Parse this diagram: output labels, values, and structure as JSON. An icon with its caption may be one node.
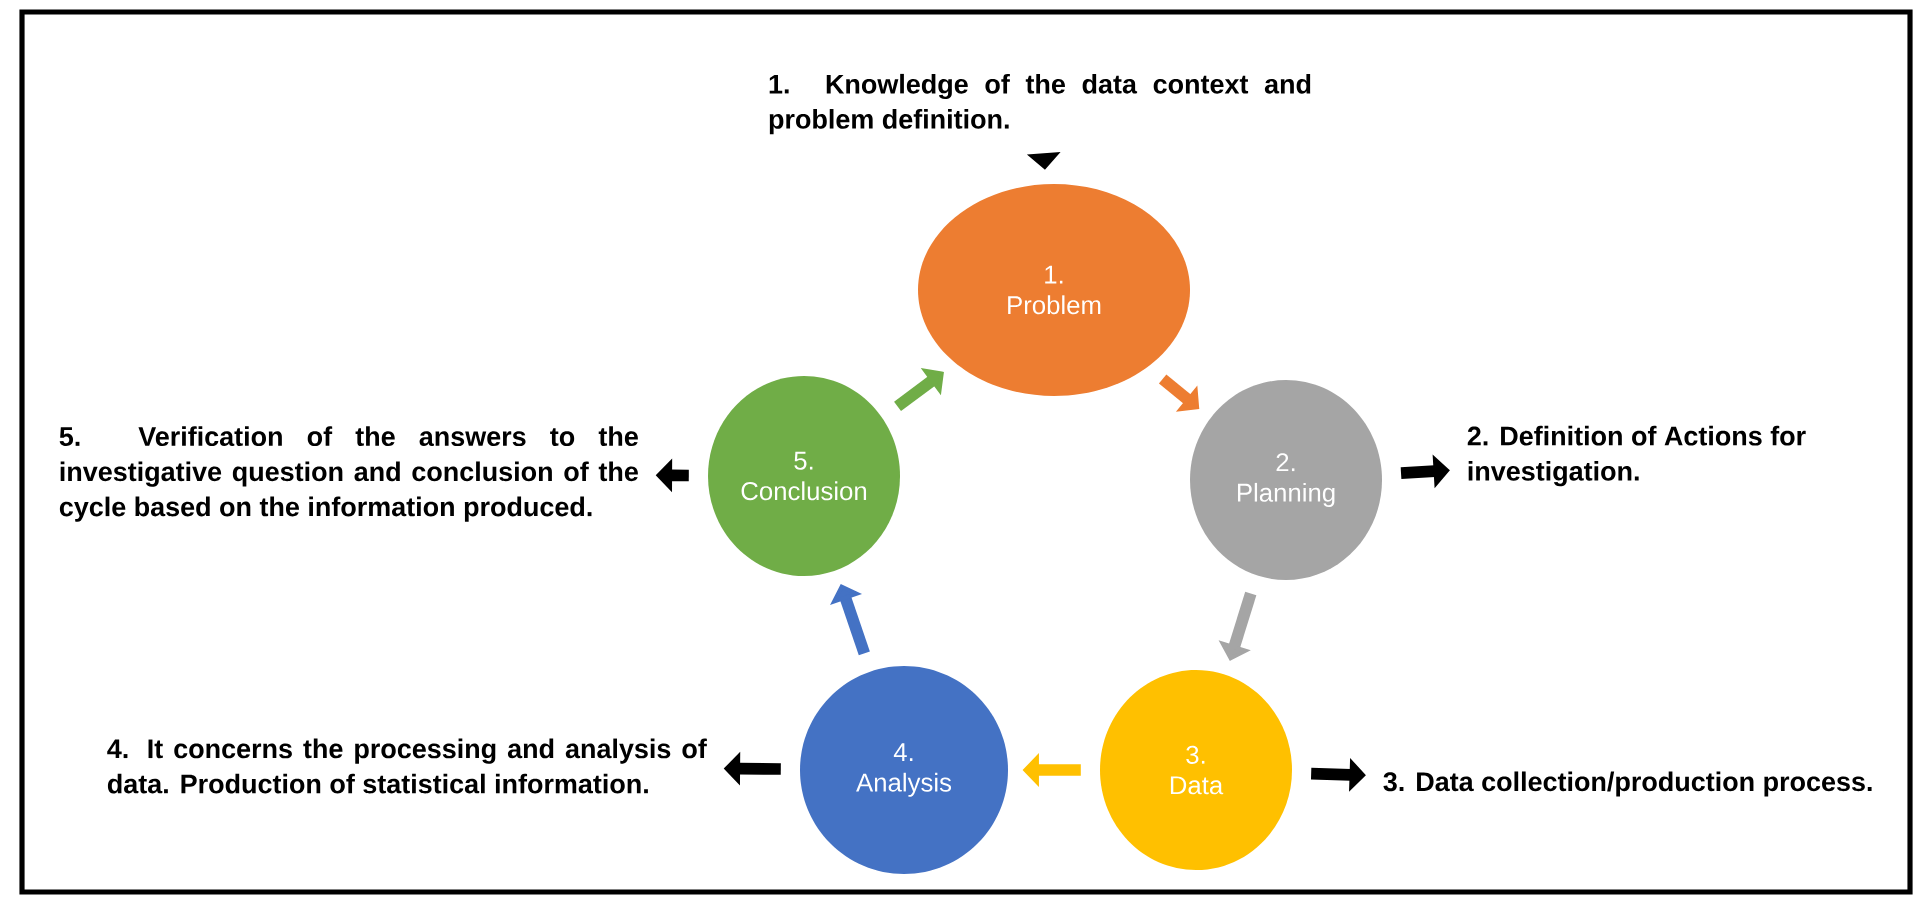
{
  "diagram": {
    "nodes": [
      {
        "text": [
          "1.",
          "Problem"
        ]
      },
      {
        "text": [
          "2.",
          "Planning"
        ]
      },
      {
        "text": [
          "3.",
          "Data"
        ]
      },
      {
        "text": [
          "4.",
          "Analysis"
        ]
      },
      {
        "text": [
          "5.",
          "Conclusion"
        ]
      },
      {
        "text": [
          "1. Knowledge of the data context and problem definition."
        ]
      },
      {
        "text": [
          "2. Definition of Actions for investigation."
        ]
      },
      {
        "text": [
          "3. Data collection/production process."
        ]
      },
      {
        "text": [
          "4. It concerns the processing and analysis of data. Production of statistical information."
        ]
      },
      {
        "text": [
          "5. Verification of the answers to the investigative question and conclusion of the cycle based on the information produced."
        ]
      }
    ],
    "edges": [
      {
        "from": 0,
        "to": 1,
        "arrow": "to",
        "color": "#ed7d31"
      },
      {
        "from": 1,
        "to": 2,
        "arrow": "to",
        "color": "#a5a5a5"
      },
      {
        "from": 2,
        "to": 3,
        "arrow": "to",
        "color": "#ffc000"
      },
      {
        "from": 3,
        "to": 4,
        "arrow": "to",
        "color": "#4472c4"
      },
      {
        "from": 4,
        "to": 0,
        "arrow": "to",
        "color": "#70ad47"
      },
      {
        "from": 5,
        "to": 0,
        "arrow": "to"
      },
      {
        "from": 1,
        "to": 6,
        "arrow": "to"
      },
      {
        "from": 2,
        "to": 7,
        "arrow": "to"
      },
      {
        "from": 3,
        "to": 8,
        "arrow": "to"
      },
      {
        "from": 4,
        "to": 9,
        "arrow": "to"
      }
    ]
  }
}
